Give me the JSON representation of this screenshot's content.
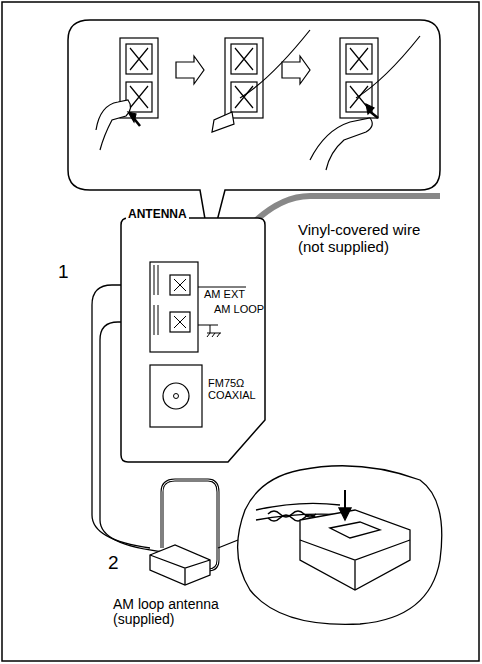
{
  "diagram": {
    "nodes": [
      {
        "text": [
          "ANTENNA",
          "AM EXT",
          "AM LOOP",
          "FM75Ω COAXIAL"
        ]
      }
    ],
    "labels": [
      "Vinyl-covered wire (not supplied)",
      "1",
      "2",
      "AM loop antenna (supplied)"
    ]
  }
}
